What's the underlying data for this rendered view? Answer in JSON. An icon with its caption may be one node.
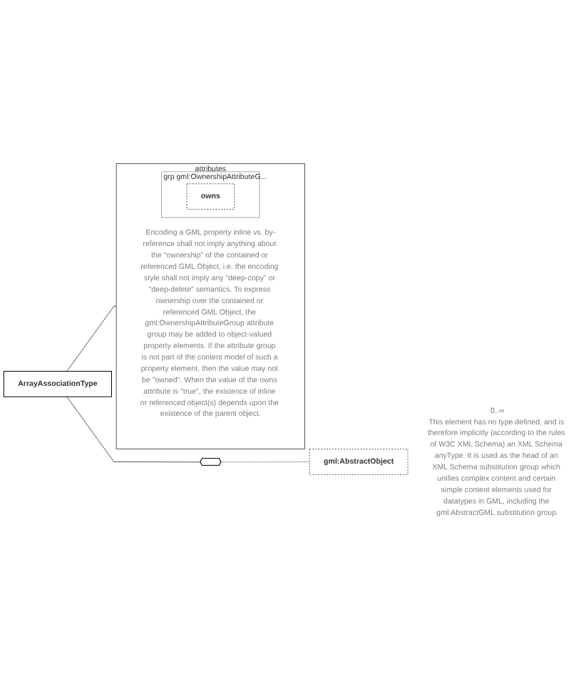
{
  "diagram": {
    "nodes": [
      {
        "text": [
          "ArrayAssociationType"
        ]
      },
      {
        "text": [
          "attributes"
        ]
      },
      {
        "text": [
          "grp",
          "gml:OwnershipAttributeG..."
        ],
        "in": 1,
        "beside": [
          "Encoding a GML property inline vs. by-reference shall not imply anything about the \"ownership\" of the contained or referenced GML Object, i.e. the encoding style shall not imply any \"deep-copy\" or \"deep-delete\" semantics. To express ownership over the contained or referenced GML Object, the gml:OwnershipAttributeGroup attribute group may be added to object-valued property elements. If the attribute group is not part of the content model of such a property element, then the value may not be \"owned\". When the value of the owns attribute is \"true\", the existence of inline or referenced object(s) depends upon the existence of the parent object."
        ]
      },
      {
        "text": [
          "owns"
        ],
        "in": 2
      },
      {
        "text": [],
        "shape": "box"
      },
      {
        "text": [
          "gml:AbstractObject"
        ],
        "beside": [
          "0..∞",
          "This element has no type defined, and is therefore implicitly (according to the rules of W3C XML Schema) an XML Schema anyType. It is used as the head of an XML Schema substitution group which unifies complex content and certain simple content elements used for datatypes in GML, including the gml:AbstractGML substitution group."
        ]
      }
    ],
    "edges": [
      {
        "from": 0,
        "to": 1,
        "arrow": "none"
      },
      {
        "from": 0,
        "to": 4,
        "arrow": "none"
      },
      {
        "from": 4,
        "to": 5,
        "arrow": "none",
        "style": "dashed"
      }
    ]
  }
}
